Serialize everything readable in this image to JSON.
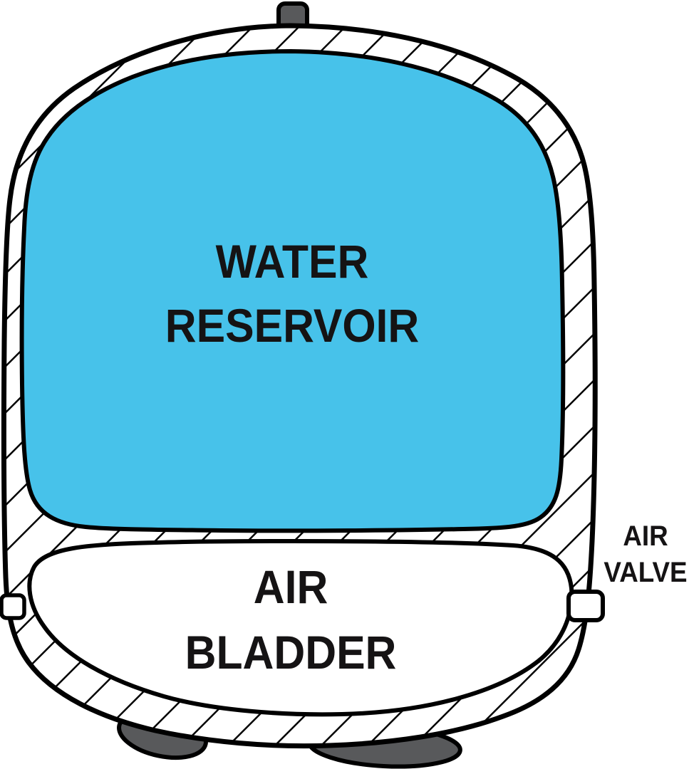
{
  "diagram": {
    "labels": {
      "water_reservoir": {
        "line1": "WATER",
        "line2": "RESERVOIR"
      },
      "air_bladder": {
        "line1": "AIR",
        "line2": "BLADDER"
      },
      "air_valve": {
        "line1": "AIR",
        "line2": "VALVE"
      }
    },
    "colors": {
      "water_fill": "#47C2EA",
      "port_gray": "#58595B",
      "foot_gray": "#58595B",
      "outline": "#000000",
      "background": "#FFFFFF"
    }
  }
}
